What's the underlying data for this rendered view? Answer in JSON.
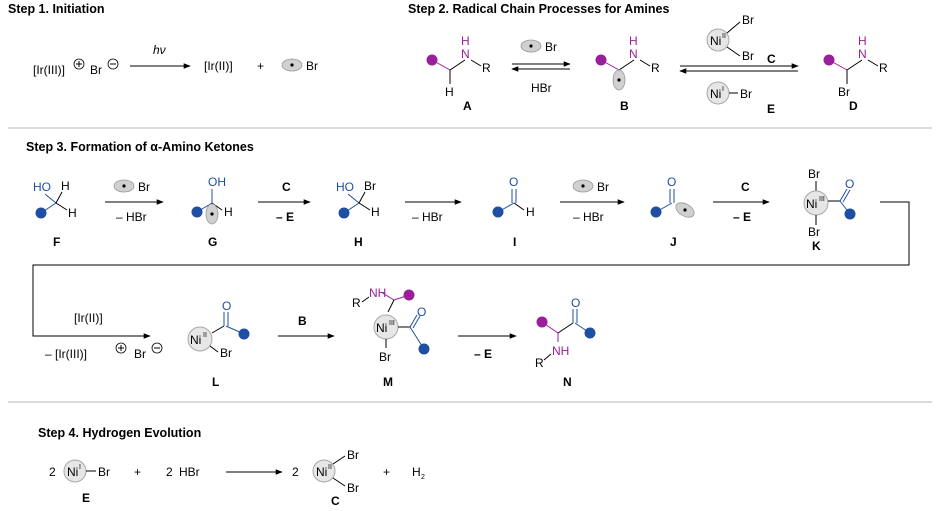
{
  "steps": {
    "s1": "Step 1. Initiation",
    "s2": "Step 2. Radical Chain Processes for Amines",
    "s3": "Step 3. Formation of α-Amino Ketones",
    "s4": "Step 4. Hydrogen Evolution"
  },
  "chem": {
    "ir3": "[Ir(III)]",
    "ir2": "[Ir(II)]",
    "br": "Br",
    "hv": "hν",
    "plus": "+",
    "hbr": "HBr",
    "minus_hbr": "– HBr",
    "minus_e": "– E",
    "minus_ir3": "– [Ir(III)]",
    "h": "H",
    "n": "N",
    "r": "R",
    "o": "O",
    "oh": "OH",
    "ho": "HO",
    "nh": "NH",
    "ni": "Ni",
    "ox_i": "I",
    "ox_ii": "II",
    "ox_iii": "III",
    "two": "2",
    "h2": "H",
    "h2_sub": "2"
  },
  "labels": {
    "A": "A",
    "B": "B",
    "C": "C",
    "D": "D",
    "E": "E",
    "F": "F",
    "G": "G",
    "H": "H",
    "I": "I",
    "J": "J",
    "K": "K",
    "L": "L",
    "M": "M",
    "N": "N"
  }
}
